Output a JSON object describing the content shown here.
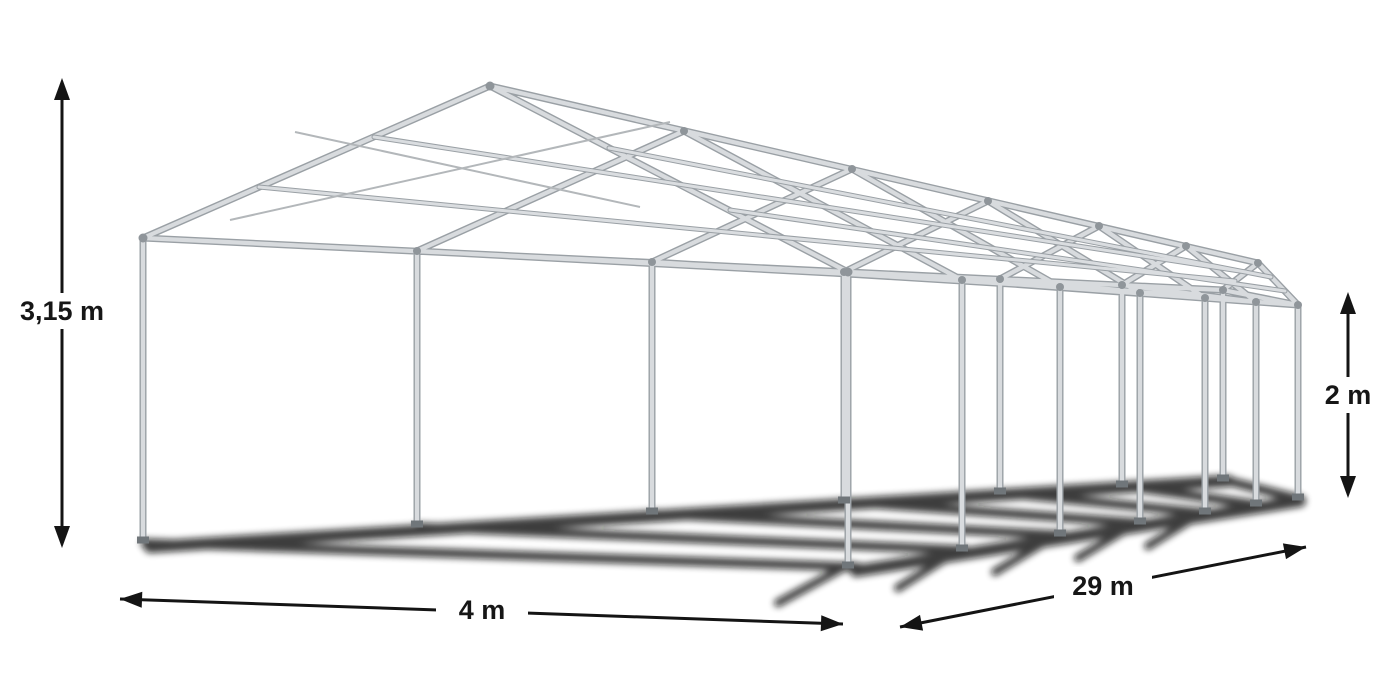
{
  "dimensions": {
    "total_height": {
      "label": "3,15 m"
    },
    "side_height": {
      "label": "2 m"
    },
    "width": {
      "label": "4 m"
    },
    "length": {
      "label": "29 m"
    }
  },
  "colors": {
    "background": "#ffffff",
    "tube_fill": "#d8dbde",
    "tube_outline": "#9aa0a5",
    "connector": "#8f959a",
    "base_plate": "#70767a",
    "shadow": "#0d100c",
    "annotation": "#161616"
  }
}
